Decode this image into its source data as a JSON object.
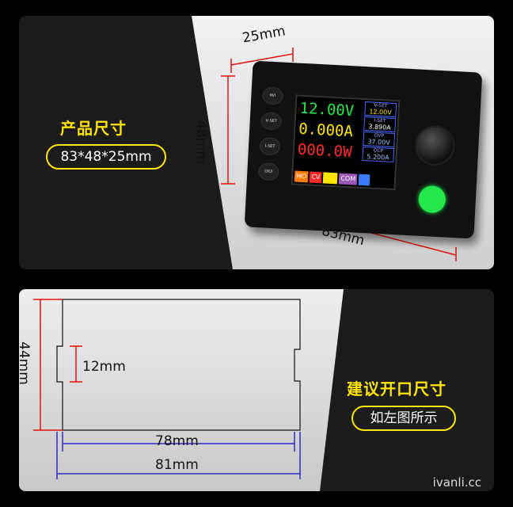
{
  "top": {
    "title": "产品尺寸",
    "size_pill": "83*48*25mm",
    "dim_depth": "25mm",
    "dim_height": "48mm",
    "dim_width": "83mm",
    "device": {
      "buttons": [
        "M/I",
        "V-SET",
        "I-SET",
        "OK/I"
      ],
      "screen": {
        "voltage": "12.00V",
        "current": "0.000A",
        "power": "000.0W",
        "right": [
          {
            "label": "V-SET",
            "value": "12.00V"
          },
          {
            "label": "I-SET",
            "value": "3.890A"
          },
          {
            "label": "OVP",
            "value": "37.00V"
          },
          {
            "label": "OCP",
            "value": "5.200A"
          }
        ],
        "bottom": [
          "MO",
          "CV",
          "",
          "COM",
          ""
        ]
      }
    }
  },
  "bottom": {
    "title": "建议开口尺寸",
    "subtitle_pill": "如左图所示",
    "dim_height": "44mm",
    "dim_notch": "12mm",
    "dim_inner": "78mm",
    "dim_outer": "81mm"
  },
  "watermark": "ivanli.cc",
  "colors": {
    "accent": "#ffe600",
    "dim_red": "#e01010",
    "dim_blue": "#2a2abf",
    "screen_green": "#22e84a",
    "screen_yellow": "#ffe600",
    "screen_red": "#ff2a2a"
  }
}
